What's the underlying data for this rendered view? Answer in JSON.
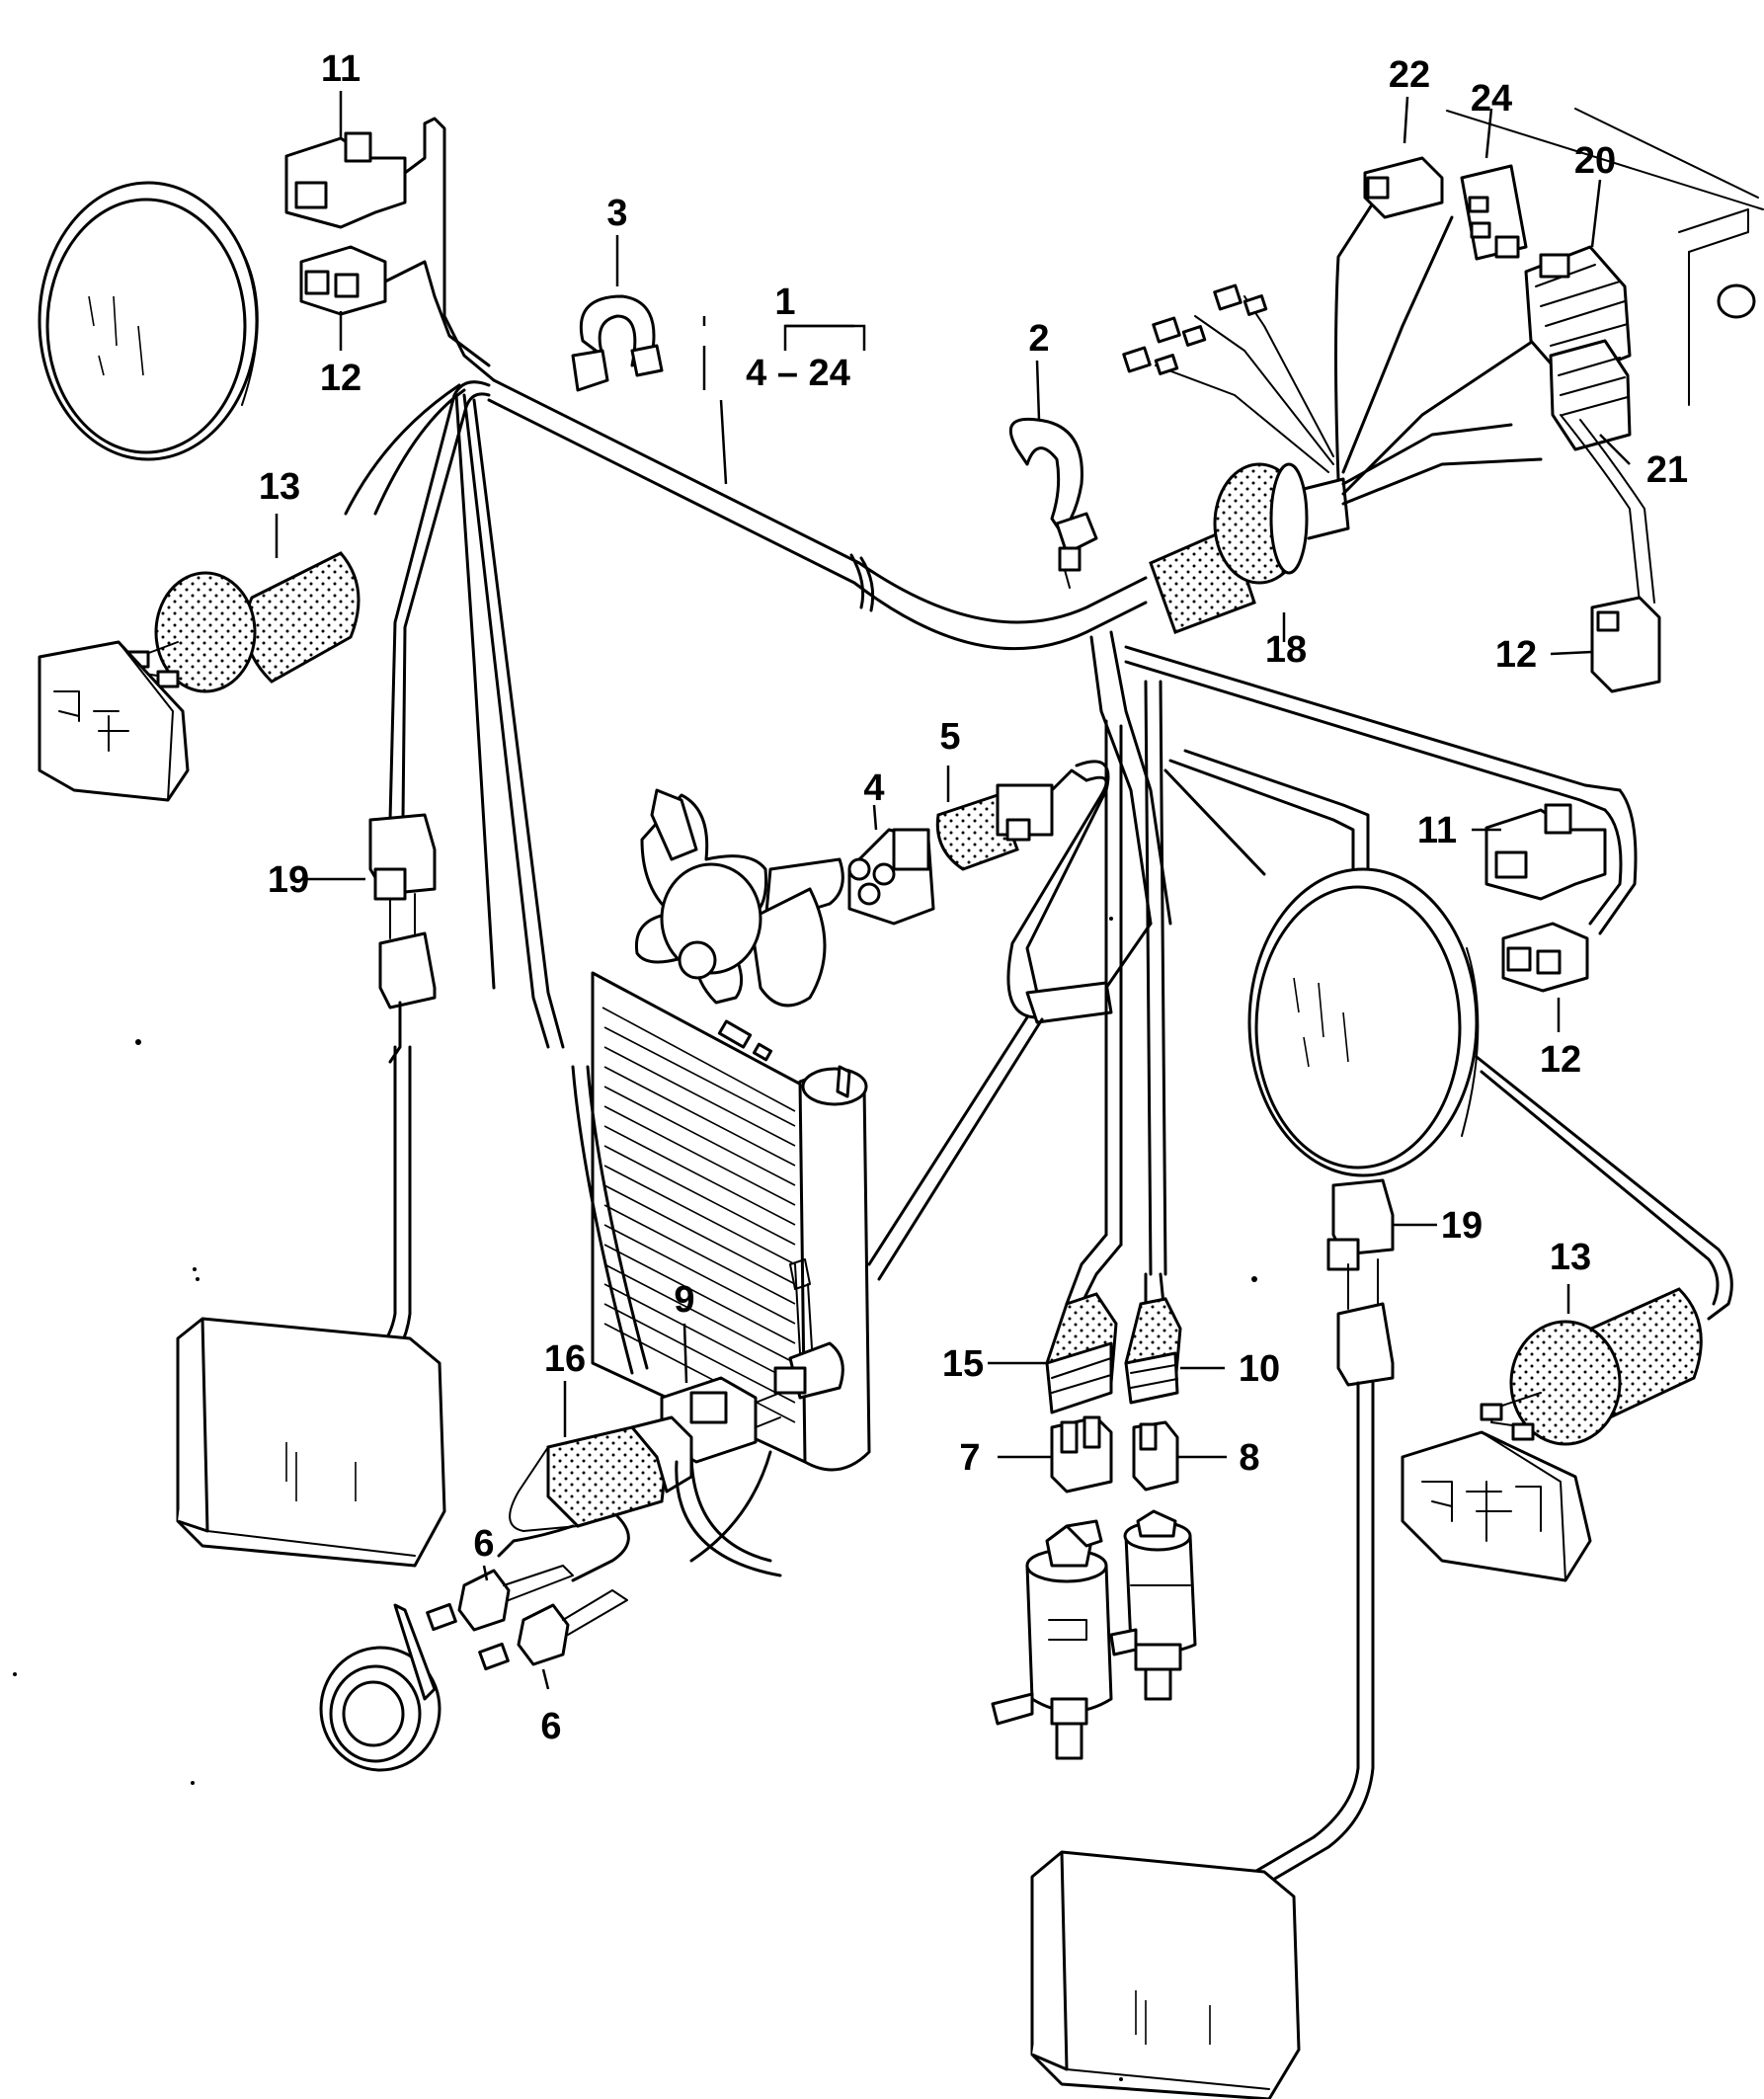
{
  "diagram": {
    "callouts": [
      {
        "id": "c-11-top",
        "text": "11"
      },
      {
        "id": "c-12-top",
        "text": "12"
      },
      {
        "id": "c-3",
        "text": "3"
      },
      {
        "id": "c-1",
        "text": "1"
      },
      {
        "id": "c-1-range",
        "text": "4 – 24"
      },
      {
        "id": "c-2",
        "text": "2"
      },
      {
        "id": "c-22",
        "text": "22"
      },
      {
        "id": "c-24",
        "text": "24"
      },
      {
        "id": "c-20",
        "text": "20"
      },
      {
        "id": "c-21",
        "text": "21"
      },
      {
        "id": "c-18",
        "text": "18"
      },
      {
        "id": "c-12-right",
        "text": "12"
      },
      {
        "id": "c-13-left",
        "text": "13"
      },
      {
        "id": "c-19-left",
        "text": "19"
      },
      {
        "id": "c-4",
        "text": "4"
      },
      {
        "id": "c-5",
        "text": "5"
      },
      {
        "id": "c-11-right",
        "text": "11"
      },
      {
        "id": "c-12-mid",
        "text": "12"
      },
      {
        "id": "c-19-right",
        "text": "19"
      },
      {
        "id": "c-13-right",
        "text": "13"
      },
      {
        "id": "c-9",
        "text": "9"
      },
      {
        "id": "c-16",
        "text": "16"
      },
      {
        "id": "c-15",
        "text": "15"
      },
      {
        "id": "c-10",
        "text": "10"
      },
      {
        "id": "c-7",
        "text": "7"
      },
      {
        "id": "c-8",
        "text": "8"
      },
      {
        "id": "c-6-top",
        "text": "6"
      },
      {
        "id": "c-6-bottom",
        "text": "6"
      }
    ]
  }
}
